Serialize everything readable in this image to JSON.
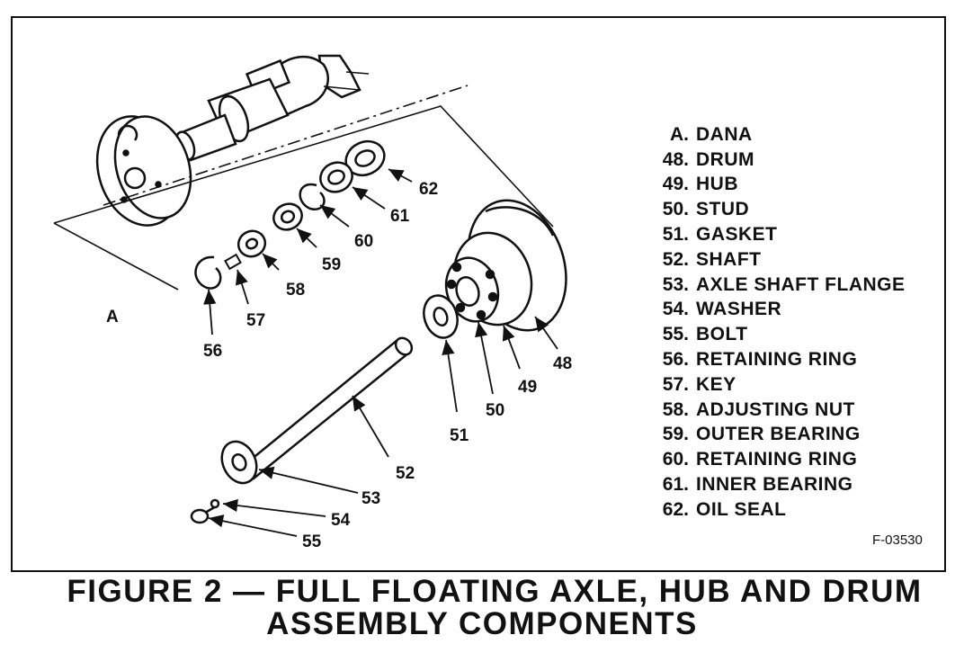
{
  "legend": [
    {
      "num": "A.",
      "name": "DANA"
    },
    {
      "num": "48.",
      "name": "DRUM"
    },
    {
      "num": "49.",
      "name": "HUB"
    },
    {
      "num": "50.",
      "name": "STUD"
    },
    {
      "num": "51.",
      "name": "GASKET"
    },
    {
      "num": "52.",
      "name": "SHAFT"
    },
    {
      "num": "53.",
      "name": "AXLE SHAFT FLANGE"
    },
    {
      "num": "54.",
      "name": "WASHER"
    },
    {
      "num": "55.",
      "name": "BOLT"
    },
    {
      "num": "56.",
      "name": "RETAINING RING"
    },
    {
      "num": "57.",
      "name": "KEY"
    },
    {
      "num": "58.",
      "name": "ADJUSTING NUT"
    },
    {
      "num": "59.",
      "name": "OUTER BEARING"
    },
    {
      "num": "60.",
      "name": "RETAINING RING"
    },
    {
      "num": "61.",
      "name": "INNER BEARING"
    },
    {
      "num": "62.",
      "name": "OIL SEAL"
    }
  ],
  "callouts": {
    "a": "A",
    "c48": "48",
    "c49": "49",
    "c50": "50",
    "c51": "51",
    "c52": "52",
    "c53": "53",
    "c54": "54",
    "c55": "55",
    "c56": "56",
    "c57": "57",
    "c58": "58",
    "c59": "59",
    "c60": "60",
    "c61": "61",
    "c62": "62"
  },
  "figure_id": "F-03530",
  "caption": {
    "line1": "FIGURE 2 — FULL FLOATING AXLE, HUB AND DRUM",
    "line2": "ASSEMBLY COMPONENTS"
  }
}
